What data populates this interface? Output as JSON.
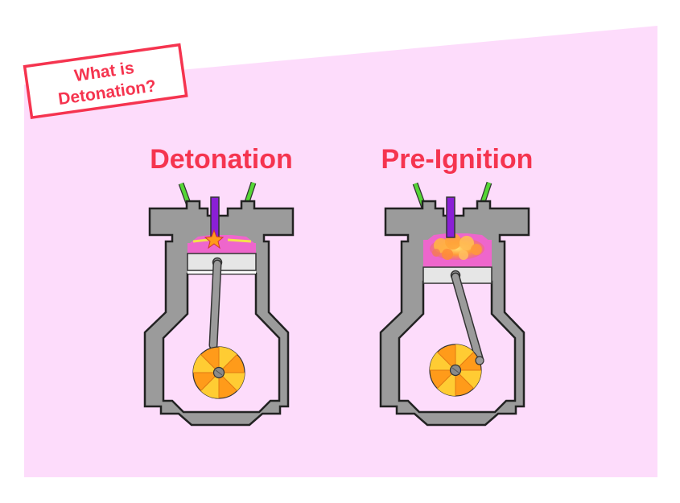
{
  "badge": {
    "line1": "What is",
    "line2": "Detonation?"
  },
  "panels": {
    "left_title": "Detonation",
    "right_title": "Pre-Ignition"
  },
  "colors": {
    "background": "#fddcfb",
    "accent": "#f5344f",
    "engine_block": "#9b9b9b",
    "block_outline": "#222222",
    "valve": "#55d636",
    "spark_plug": "#8a1fd6",
    "chamber": "#ee66cc",
    "piston": "#e6e6e6",
    "crank_orange": "#ff9b1a",
    "crank_yellow": "#ffcc33"
  },
  "icons": {
    "spark": "star-burst-icon",
    "flame": "flame-cloud-icon"
  }
}
